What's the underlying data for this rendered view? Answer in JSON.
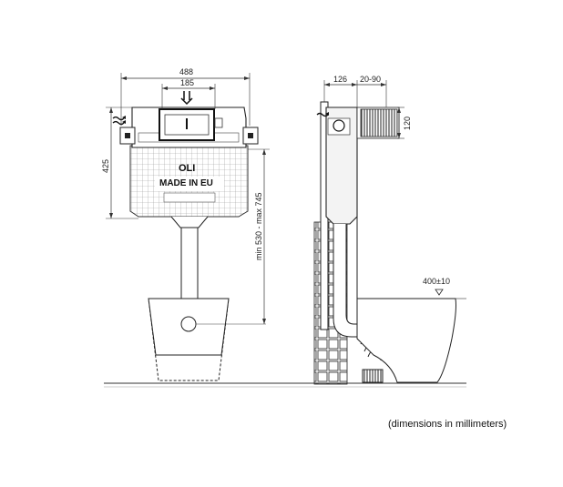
{
  "front_view": {
    "dim_width": "488",
    "dim_button_width": "185",
    "dim_height": "425",
    "dim_install_height": "min 530 - max 745",
    "logo": "OLI",
    "stamp": "MADE IN EU"
  },
  "side_view": {
    "dim_depth": "126",
    "dim_wall": "20-90",
    "dim_inlet": "120",
    "dim_bowl_height": "400±10"
  },
  "caption": "(dimensions in millimeters)"
}
